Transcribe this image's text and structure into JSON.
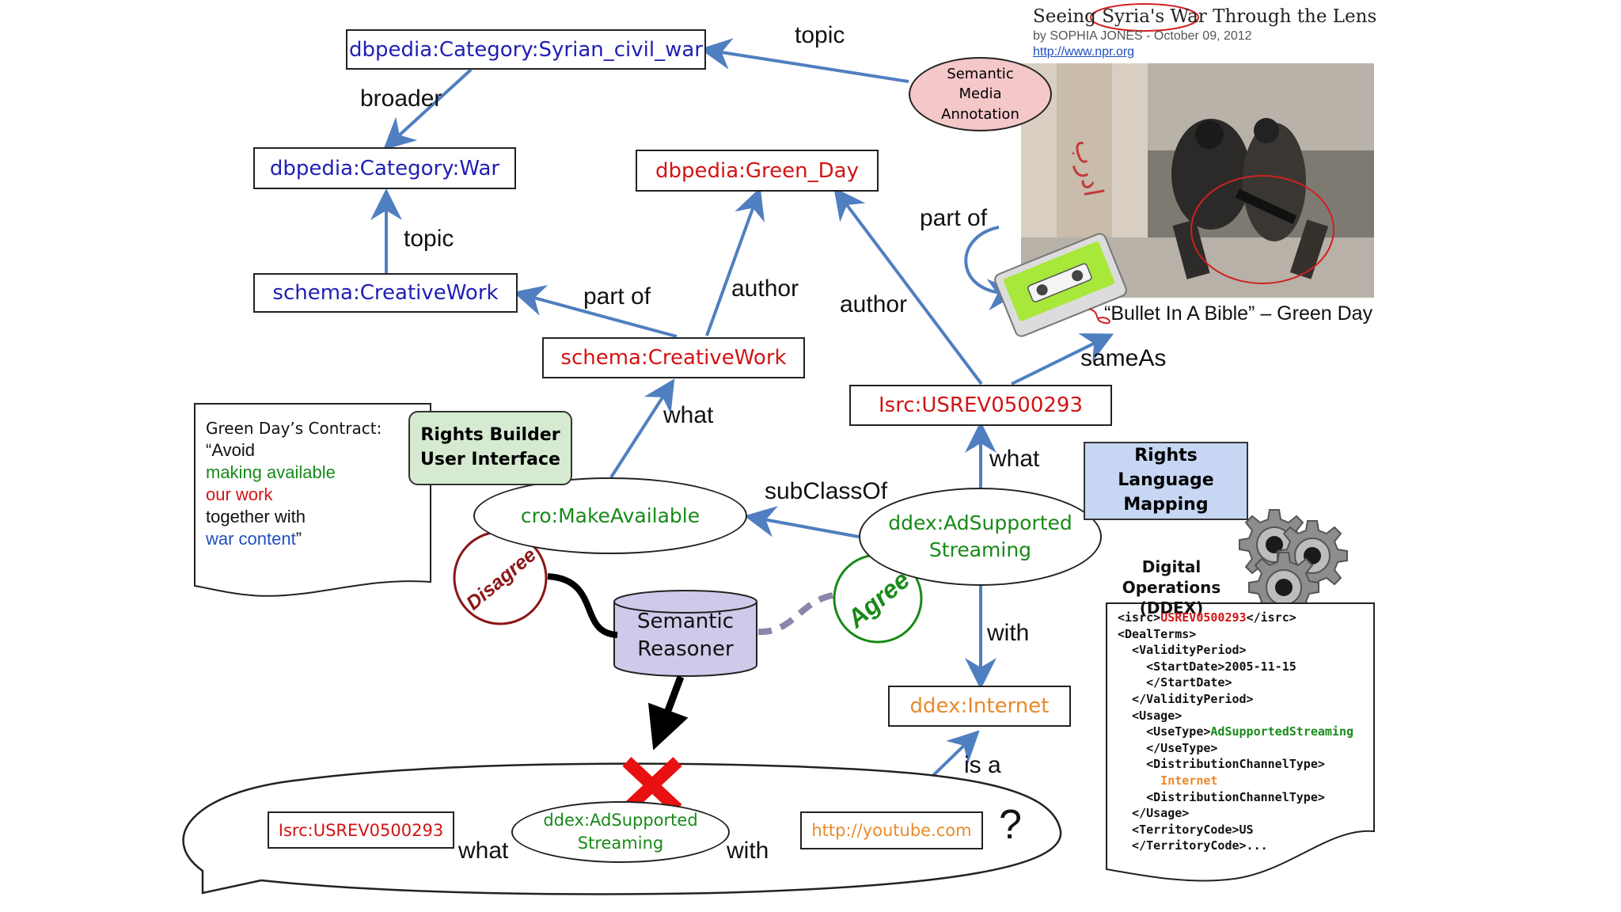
{
  "nodes": {
    "syrian_civil_war": "dbpedia:Category:Syrian_civil_war",
    "war": "dbpedia:Category:War",
    "creative_work_blue": "schema:CreativeWork",
    "green_day": "dbpedia:Green_Day",
    "creative_work_red": "schema:CreativeWork",
    "isrc_top": "Isrc:USREV0500293",
    "make_available": "cro:MakeAvailable",
    "ad_supported_line1": "ddex:AdSupported",
    "ad_supported_line2": "Streaming",
    "internet": "ddex:Internet",
    "isrc_bottom": "Isrc:USREV0500293",
    "ad_supported_bottom_line1": "ddex:AdSupported",
    "ad_supported_bottom_line2": "Streaming",
    "youtube": "http://youtube.com"
  },
  "edges": {
    "topic_top": "topic",
    "broader": "broader",
    "topic_mid": "topic",
    "part_of_left": "part of",
    "author_left": "author",
    "author_right": "author",
    "part_of_right": "part of",
    "same_as": "sameAs",
    "what_left": "what",
    "what_right": "what",
    "sub_class_of": "subClassOf",
    "with_right": "with",
    "is_a": "is a",
    "what_bottom": "what",
    "with_bottom": "with",
    "question": "?"
  },
  "semantic_media_annotation": {
    "line1": "Semantic",
    "line2": "Media",
    "line3": "Annotation"
  },
  "news": {
    "title_pre": "Seeing ",
    "title_circled": "Syria's War",
    "title_post": " Through the Lens",
    "byline": "by SOPHIA JONES - October 09, 2012",
    "url": "http://www.npr.org"
  },
  "song_caption": "“Bullet In A Bible” – Green Day",
  "contract": {
    "heading": "Green Day’s Contract:",
    "line1": "“Avoid",
    "line2": "making available",
    "line3": "our work",
    "line4": "together with",
    "line5": "war content",
    "line5_end": "”"
  },
  "tools": {
    "rights_builder_line1": "Rights Builder",
    "rights_builder_line2": "User Interface",
    "rights_language_line1": "Rights Language",
    "rights_language_line2": "Mapping",
    "digital_operations_line1": "Digital Operations",
    "digital_operations_line2": "(DDEX)"
  },
  "reasoner": {
    "line1": "Semantic",
    "line2": "Reasoner"
  },
  "verdicts": {
    "disagree": "Disagree",
    "agree": "Agree"
  },
  "ddex_xml": [
    {
      "parts": [
        {
          "t": "<isrc>",
          "c": "dark"
        },
        {
          "t": "USREV0500293",
          "c": "red"
        },
        {
          "t": "</isrc>",
          "c": "dark"
        }
      ]
    },
    {
      "parts": [
        {
          "t": "<DealTerms>",
          "c": "dark"
        }
      ]
    },
    {
      "parts": [
        {
          "t": "  <ValidityPeriod>",
          "c": "dark"
        }
      ]
    },
    {
      "parts": [
        {
          "t": "    <StartDate>2005-11-15",
          "c": "dark"
        }
      ]
    },
    {
      "parts": [
        {
          "t": "    </StartDate>",
          "c": "dark"
        }
      ]
    },
    {
      "parts": [
        {
          "t": "  </ValidityPeriod>",
          "c": "dark"
        }
      ]
    },
    {
      "parts": [
        {
          "t": "  <Usage>",
          "c": "dark"
        }
      ]
    },
    {
      "parts": [
        {
          "t": "    <UseType>",
          "c": "dark"
        },
        {
          "t": "AdSupportedStreaming",
          "c": "green"
        }
      ]
    },
    {
      "parts": [
        {
          "t": "    </UseType>",
          "c": "dark"
        }
      ]
    },
    {
      "parts": [
        {
          "t": "    <DistributionChannelType>",
          "c": "dark"
        }
      ]
    },
    {
      "parts": [
        {
          "t": "      Internet",
          "c": "orange"
        }
      ]
    },
    {
      "parts": [
        {
          "t": "    <DistributionChannelType>",
          "c": "dark"
        }
      ]
    },
    {
      "parts": [
        {
          "t": "  </Usage>",
          "c": "dark"
        }
      ]
    },
    {
      "parts": [
        {
          "t": "  <TerritoryCode>US",
          "c": "dark"
        }
      ]
    },
    {
      "parts": [
        {
          "t": "  </TerritoryCode>...",
          "c": "dark"
        }
      ]
    }
  ],
  "colors": {
    "arrow": "#4f7fc0",
    "uri_blue": "#1f1fb4",
    "literal_red": "#d21414",
    "action_green": "#178a17",
    "channel_orange": "#e98a2a",
    "annotation_fill": "#f4c7c9",
    "rights_builder_fill": "#d5ead0",
    "rights_language_fill": "#c6d6f3",
    "reasoner_fill": "#cfc9ea",
    "cross": "#e81010"
  },
  "photo_graffiti": "ادرب"
}
